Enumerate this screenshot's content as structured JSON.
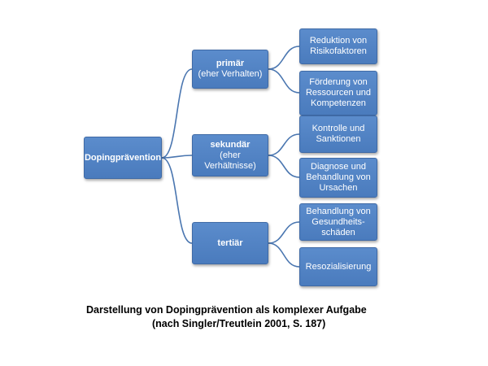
{
  "root": {
    "label": "Dopingprävention"
  },
  "branches": [
    {
      "label": "primär",
      "sublabel": "(eher Verhalten)",
      "children": [
        [
          "Reduktion von",
          "Risikofaktoren"
        ],
        [
          "Förderung von",
          "Ressourcen und",
          "Kompetenzen"
        ]
      ]
    },
    {
      "label": "sekundär",
      "sublabel": "(eher Verhältnisse)",
      "children": [
        [
          "Kontrolle und",
          "Sanktionen"
        ],
        [
          "Diagnose und",
          "Behandlung von",
          "Ursachen"
        ]
      ]
    },
    {
      "label": "tertiär",
      "sublabel": "",
      "children": [
        [
          "Behandlung von",
          "Gesundheits-",
          "schäden"
        ],
        [
          "Resozialisierung"
        ]
      ]
    }
  ],
  "caption": {
    "line1": "Darstellung von Dopingprävention als komplexer Aufgabe",
    "line2": "(nach Singler/Treutlein 2001, S. 187)"
  },
  "colors": {
    "node": "#4f81bd",
    "connector": "#4a76b0"
  }
}
